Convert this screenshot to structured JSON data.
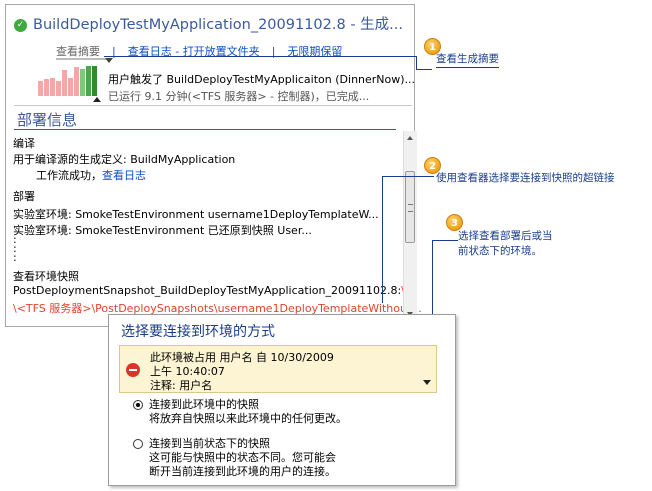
{
  "build": {
    "title": "BuildDeployTestMyApplication_20091102.8 - 生成...",
    "tabs": {
      "summary": "查看摘要",
      "log": "查看日志",
      "open_folder": "打开放置文件夹",
      "retain": "无限期保留"
    },
    "summary_line1": "用户触发了 BuildDeployTestMyApplicaiton (DinnerNow)...",
    "summary_line2": "已运行 9.1 分钟(<TFS 服务器> - 控制器)，已完成...",
    "history_bars": [
      {
        "value": 0.5,
        "color": "#f3a7a7"
      },
      {
        "value": 0.55,
        "color": "#f3a7a7"
      },
      {
        "value": 0.6,
        "color": "#f3a7a7"
      },
      {
        "value": 0.5,
        "color": "#f3a7a7"
      },
      {
        "value": 0.85,
        "color": "#f3a7a7"
      },
      {
        "value": 0.6,
        "color": "#f3a7a7"
      },
      {
        "value": 0.95,
        "color": "#f3a7a7"
      },
      {
        "value": 0.9,
        "color": "#7fc97f"
      },
      {
        "value": 1.0,
        "color": "#4aa84a"
      },
      {
        "value": 1.0,
        "color": "#2e8b2e"
      }
    ],
    "section_title": "部署信息",
    "compile_header": "编译",
    "compile_line1": "用于编译源的生成定义: BuildMyApplication",
    "compile_line2_prefix": "工作流成功，",
    "compile_line2_link": "查看日志",
    "deploy_header": "部署",
    "deploy_line1": "实验室环境: SmokeTestEnvironment username1DeployTemplateW...",
    "deploy_line2": "实验室环境: SmokeTestEnvironment 已还原到快照 User...",
    "dots": [
      ":",
      ":",
      ":"
    ],
    "snapshot_header": "查看环境快照",
    "snapshot_line1_prefix": "PostDeploymentSnapshot_BuildDeployTestMyApplication_20091102.8:",
    "snapshot_line1_suffix": "\\",
    "snapshot_line2": "\\<TFS 服务器>\\PostDeploySnapshots\\username1DeployTemplateWithout..."
  },
  "callouts": [
    {
      "number": "1",
      "text": "查看生成摘要"
    },
    {
      "number": "2",
      "text": "使用查看器选择要连接到快照的超链接"
    },
    {
      "number": "3",
      "line1": "选择查看部署后或当",
      "line2": "前状态下的环境。"
    }
  ],
  "dialog": {
    "title": "选择要连接到环境的方式",
    "warning_line1": "此环境被占用 用户名 自 10/30/2009",
    "warning_line2": "上午 10:40:07",
    "warning_line3": "注释: 用户名",
    "option1_title": "连接到此环境中的快照",
    "option1_desc": "将放弃自快照以来此环境中的任何更改。",
    "option2_title": "连接到当前状态下的快照",
    "option2_desc1": "这可能与快照中的状态不同。您可能会",
    "option2_desc2": "断开当前连接到此环境的用户的连接。"
  }
}
